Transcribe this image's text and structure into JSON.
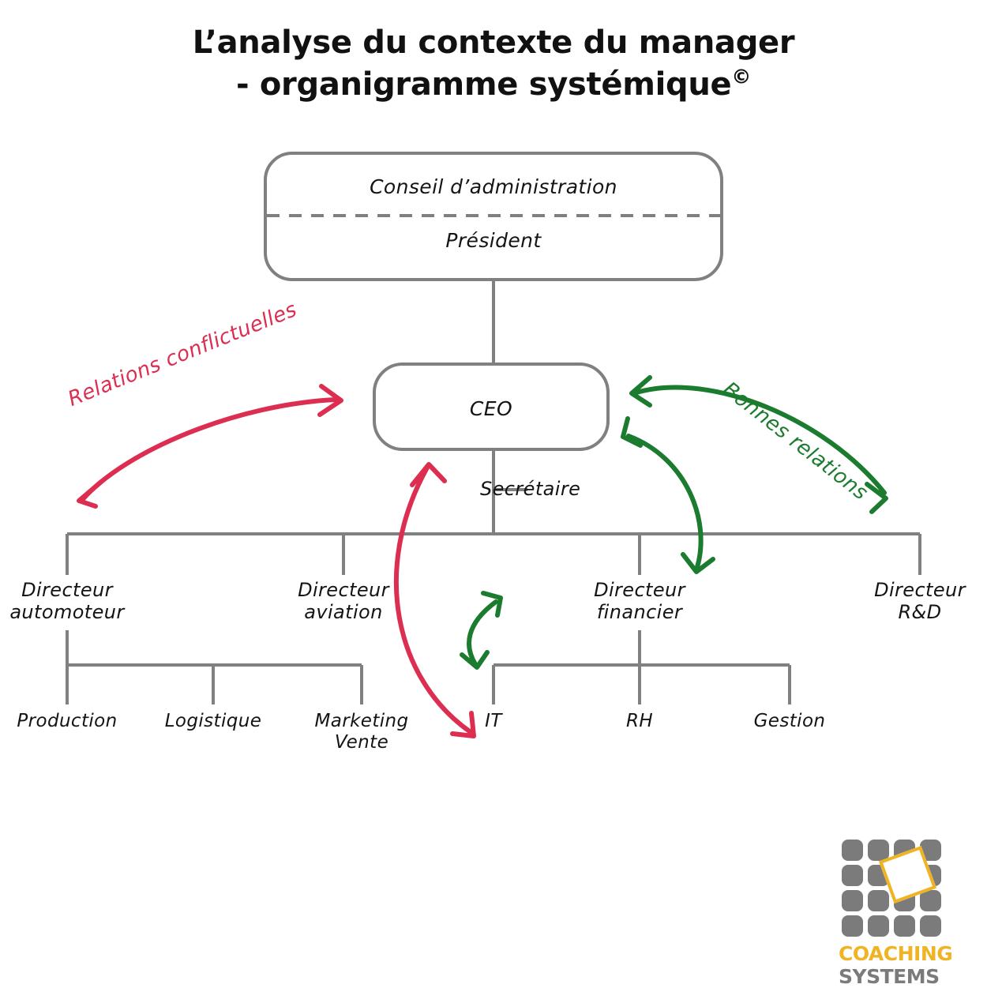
{
  "title": {
    "line1": "L’analyse du contexte du manager",
    "line2": "- organigramme systémique",
    "superscript": "©"
  },
  "colors": {
    "line": "#808080",
    "text": "#141414",
    "conflict_red": "#DC2E50",
    "good_green": "#1B7B2E",
    "logo_gray": "#7B7B7B",
    "logo_amber": "#F0B323"
  },
  "org": {
    "board_box": {
      "top_label": "Conseil d’administration",
      "bottom_label": "Président"
    },
    "ceo_box": {
      "label": "CEO"
    },
    "assistant": {
      "label": "Secrétaire"
    },
    "directors": [
      {
        "label": "Directeur\nautomoteur"
      },
      {
        "label": "Directeur\naviation"
      },
      {
        "label": "Directeur\nfinancier"
      },
      {
        "label": "Directeur\nR&D"
      }
    ],
    "automoteur_children": [
      {
        "label": "Production"
      },
      {
        "label": "Logistique"
      },
      {
        "label": "Marketing\nVente"
      }
    ],
    "financier_children": [
      {
        "label": "IT"
      },
      {
        "label": "RH"
      },
      {
        "label": "Gestion"
      }
    ]
  },
  "annotations": [
    {
      "id": "conflict",
      "label": "Relations conflictuelles",
      "color": "#DC2E50"
    },
    {
      "id": "good",
      "label": "Bonnes relations",
      "color": "#1B7B2E"
    }
  ],
  "logo": {
    "word_top": "COACHING",
    "word_bottom": "SYSTEMS"
  },
  "chart_data": {
    "type": "diagram",
    "title": "L’analyse du contexte du manager - organigramme systémique©",
    "nodes": [
      {
        "id": "conseil",
        "label": "Conseil d’administration",
        "level": 0
      },
      {
        "id": "president",
        "label": "Président",
        "level": 0
      },
      {
        "id": "ceo",
        "label": "CEO",
        "level": 1
      },
      {
        "id": "secretaire",
        "label": "Secrétaire",
        "level": 1.5
      },
      {
        "id": "dir_auto",
        "label": "Directeur automoteur",
        "level": 2
      },
      {
        "id": "dir_avia",
        "label": "Directeur aviation",
        "level": 2
      },
      {
        "id": "dir_fin",
        "label": "Directeur financier",
        "level": 2
      },
      {
        "id": "dir_rd",
        "label": "Directeur R&D",
        "level": 2
      },
      {
        "id": "production",
        "label": "Production",
        "level": 3
      },
      {
        "id": "logistique",
        "label": "Logistique",
        "level": 3
      },
      {
        "id": "marketing",
        "label": "Marketing Vente",
        "level": 3
      },
      {
        "id": "it",
        "label": "IT",
        "level": 3
      },
      {
        "id": "rh",
        "label": "RH",
        "level": 3
      },
      {
        "id": "gestion",
        "label": "Gestion",
        "level": 3
      }
    ],
    "hierarchy_edges": [
      [
        "conseil",
        "ceo"
      ],
      [
        "ceo",
        "secretaire"
      ],
      [
        "ceo",
        "dir_auto"
      ],
      [
        "ceo",
        "dir_avia"
      ],
      [
        "ceo",
        "dir_fin"
      ],
      [
        "ceo",
        "dir_rd"
      ],
      [
        "dir_auto",
        "production"
      ],
      [
        "dir_auto",
        "logistique"
      ],
      [
        "dir_auto",
        "marketing"
      ],
      [
        "dir_fin",
        "it"
      ],
      [
        "dir_fin",
        "rh"
      ],
      [
        "dir_fin",
        "gestion"
      ]
    ],
    "relation_edges": [
      {
        "from": "ceo",
        "to": "dir_auto",
        "type": "conflictuelle",
        "label": "Relations conflictuelles",
        "color": "#DC2E50",
        "bidirectional": true
      },
      {
        "from": "ceo",
        "to": "it",
        "type": "conflictuelle",
        "color": "#DC2E50",
        "bidirectional": true
      },
      {
        "from": "ceo",
        "to": "dir_rd",
        "type": "bonne",
        "label": "Bonnes relations",
        "color": "#1B7B2E",
        "bidirectional": true
      },
      {
        "from": "ceo",
        "to": "dir_fin",
        "type": "bonne",
        "color": "#1B7B2E",
        "bidirectional": true
      },
      {
        "from": "dir_fin",
        "to": "it",
        "type": "bonne",
        "color": "#1B7B2E",
        "bidirectional": true
      }
    ]
  }
}
